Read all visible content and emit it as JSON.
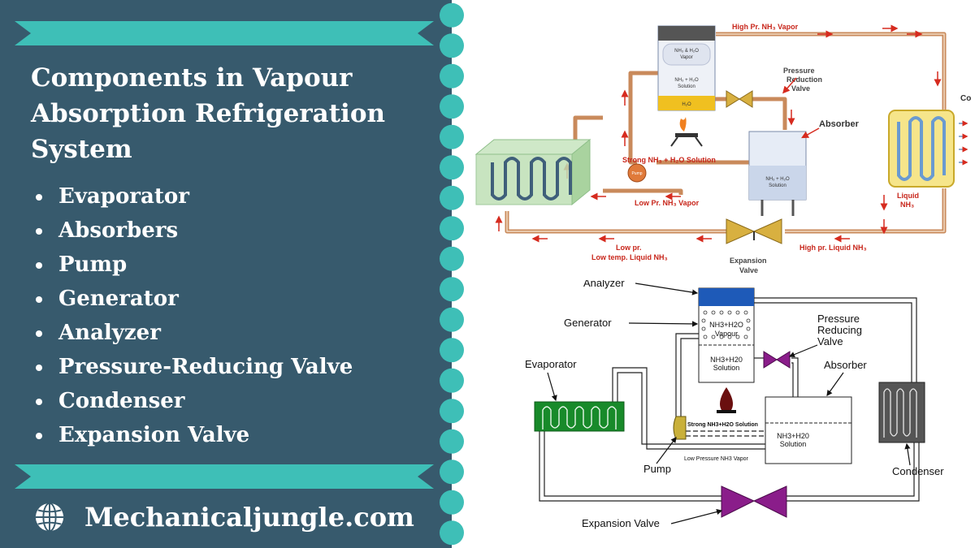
{
  "title": "Components in Vapour Absorption Refrigeration System",
  "components": [
    "Evaporator",
    "Absorbers",
    "Pump",
    "Generator",
    "Analyzer",
    "Pressure-Reducing Valve",
    "Condenser",
    "Expansion Valve"
  ],
  "site": "Mechanicaljungle.com",
  "colors": {
    "panel": "#375a6d",
    "ribbon": "#3ebfb7",
    "pipe": "#c98a5b",
    "arrow": "#d62b1f"
  },
  "top_diagram": {
    "high_pr_vapor": "High Pr. NH₃ Vapor",
    "pressure_reduction_valve": [
      "Pressure",
      "Reduction",
      "Valve"
    ],
    "absorber": "Absorber",
    "strong_solution": "Strong NH₃ + H₂O Solution",
    "pump": "Pump",
    "low_pr_vapor": "Low Pr. NH₃ Vapor",
    "liquid_nh3": [
      "Liquid",
      "NH₃"
    ],
    "condenser_cut": "Co",
    "low_pr_liquid": [
      "Low pr.",
      "Low temp. Liquid NH₃"
    ],
    "expansion_valve": [
      "Expansion",
      "Valve"
    ],
    "high_pr_liquid": "High pr. Liquid NH₃",
    "generator_vapor": [
      "NH₃ & H₂O",
      "Vapor"
    ],
    "generator_solution": [
      "NH₃ + H₂O",
      "Solution"
    ],
    "generator_water": "H₂O",
    "absorber_solution": [
      "NH₃ + H₂O",
      "Solution"
    ]
  },
  "bottom_diagram": {
    "analyzer": "Analyzer",
    "generator": "Generator",
    "prv": [
      "Pressure",
      "Reducing",
      "Valve"
    ],
    "evaporator": "Evaporator",
    "absorber": "Absorber",
    "gen_vapour": [
      "NH3+H2O",
      "Vapour"
    ],
    "gen_solution": [
      "NH3+H20",
      "Solution"
    ],
    "strong_solution": "Strong NH3+H2O Solution",
    "absorber_solution": [
      "NH3+H20",
      "Solution"
    ],
    "low_pressure_vapor": "Low Pressure NH3 Vapor",
    "pump": "Pump",
    "condenser": "Condenser",
    "expansion_valve": "Expansion Valve"
  }
}
